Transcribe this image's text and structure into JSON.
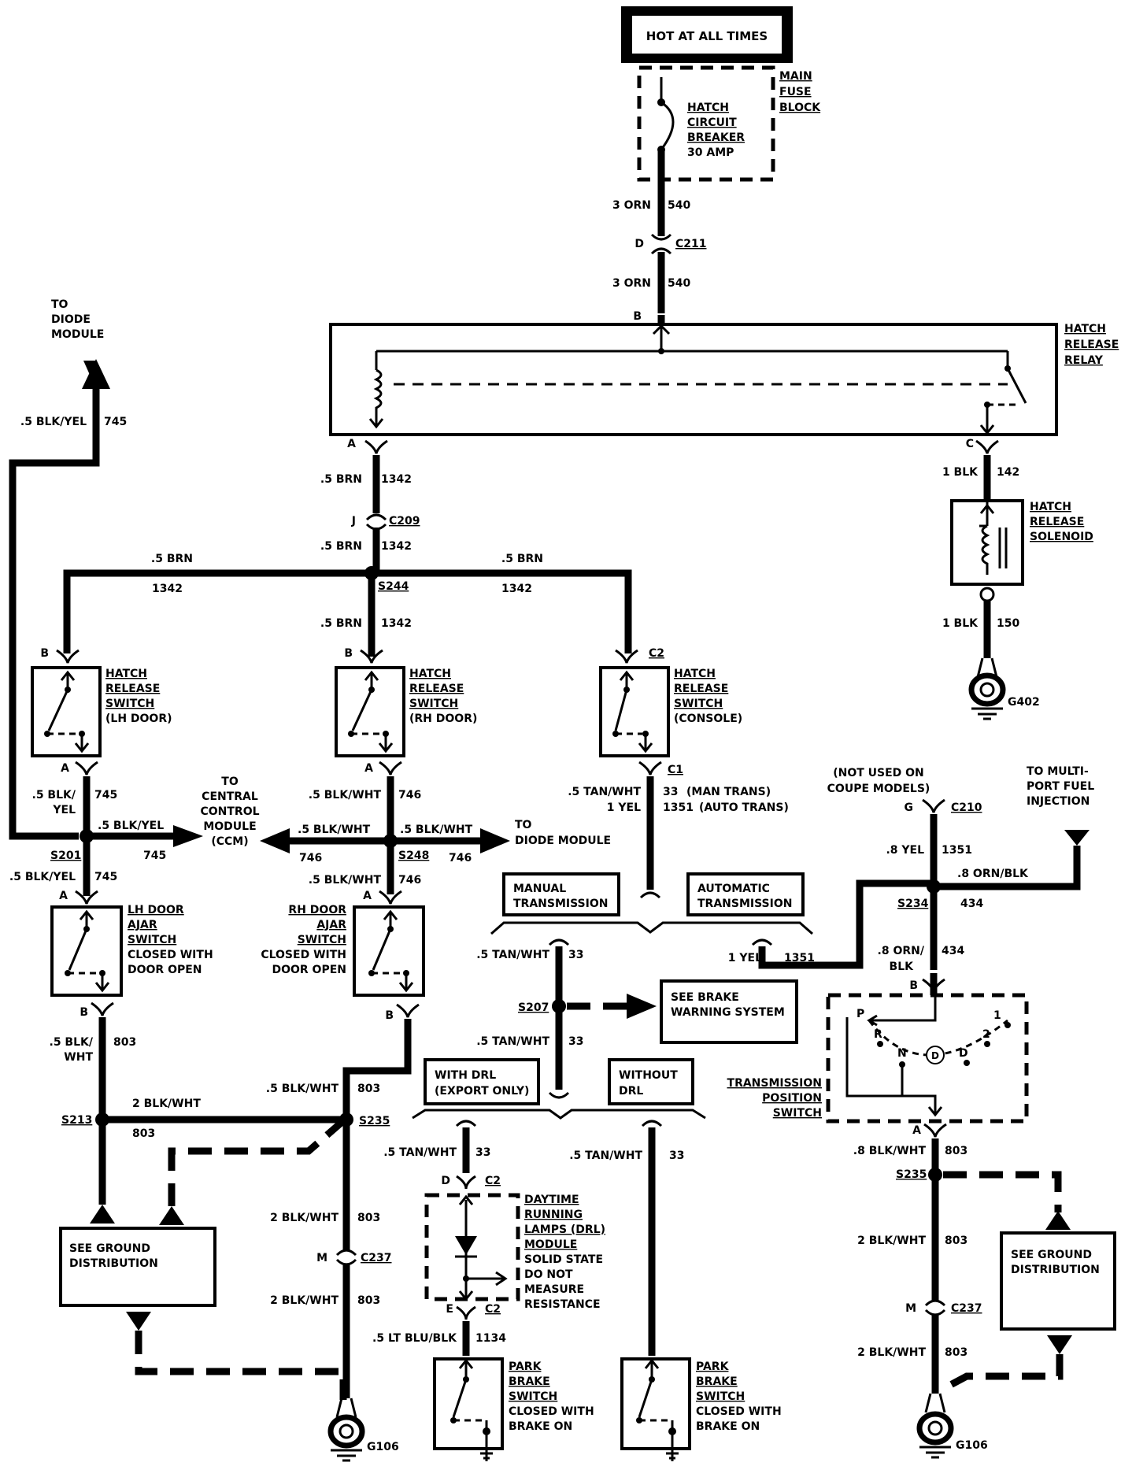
{
  "power": {
    "title": "HOT AT ALL TIMES"
  },
  "fuse_block": {
    "name": [
      "MAIN",
      "FUSE",
      "BLOCK"
    ],
    "breaker": [
      "HATCH",
      "CIRCUIT",
      "BREAKER"
    ],
    "rating": "30 AMP"
  },
  "components": {
    "relay": [
      "HATCH",
      "RELEASE",
      "RELAY"
    ],
    "solenoid": [
      "HATCH",
      "RELEASE",
      "SOLENOID"
    ],
    "lh_switch": [
      "HATCH",
      "RELEASE",
      "SWITCH"
    ],
    "lh_switch_loc": "(LH DOOR)",
    "rh_switch": [
      "HATCH",
      "RELEASE",
      "SWITCH"
    ],
    "rh_switch_loc": "(RH DOOR)",
    "console_switch": [
      "HATCH",
      "RELEASE",
      "SWITCH"
    ],
    "console_switch_loc": "(CONSOLE)",
    "lh_ajar": [
      "LH DOOR",
      "AJAR",
      "SWITCH"
    ],
    "lh_ajar_note": [
      "CLOSED WITH",
      "DOOR OPEN"
    ],
    "rh_ajar": [
      "RH DOOR",
      "AJAR",
      "SWITCH"
    ],
    "rh_ajar_note": [
      "CLOSED WITH",
      "DOOR OPEN"
    ],
    "tps": [
      "TRANSMISSION",
      "POSITION",
      "SWITCH"
    ],
    "tps_letters": [
      "P",
      "R",
      "N",
      "D",
      "D",
      "2",
      "1"
    ],
    "drl_module": [
      "DAYTIME",
      "RUNNING",
      "LAMPS (DRL)",
      "MODULE"
    ],
    "drl_note": [
      "SOLID STATE",
      "DO NOT",
      "MEASURE",
      "RESISTANCE"
    ],
    "park_brake": [
      "PARK",
      "BRAKE",
      "SWITCH"
    ],
    "park_brake_note": [
      "CLOSED WITH",
      "BRAKE ON"
    ]
  },
  "destinations": {
    "diode_top": [
      "TO",
      "DIODE",
      "MODULE"
    ],
    "ccm": [
      "TO",
      "CENTRAL",
      "CONTROL",
      "MODULE",
      "(CCM)"
    ],
    "diode_mid": [
      "TO",
      "DIODE MODULE"
    ],
    "pfi": [
      "TO MULTI-",
      "PORT FUEL",
      "INJECTION"
    ],
    "not_used": [
      "(NOT USED ON",
      "COUPE MODELS)"
    ],
    "brake_warning": [
      "SEE BRAKE",
      "WARNING SYSTEM"
    ],
    "ground_dist_left": [
      "SEE GROUND",
      "DISTRIBUTION"
    ],
    "ground_dist_right": [
      "SEE GROUND",
      "DISTRIBUTION"
    ]
  },
  "options": {
    "manual": [
      "MANUAL",
      "TRANSMISSION"
    ],
    "automatic": [
      "AUTOMATIC",
      "TRANSMISSION"
    ],
    "with_drl": [
      "WITH DRL",
      "(EXPORT ONLY)"
    ],
    "without_drl": [
      "WITHOUT",
      "DRL"
    ]
  },
  "connectors": {
    "c211": "C211",
    "c209": "C209",
    "c210": "C210",
    "c237a": "C237",
    "c237b": "C237",
    "c2a": "C2",
    "c1": "C1",
    "c2_drl_d": "C2",
    "c2_drl_e": "C2"
  },
  "pins": {
    "c211_d": "D",
    "relay_b": "B",
    "relay_a": "A",
    "relay_c": "C",
    "c209_j": "J",
    "lh_b": "B",
    "lh_a": "A",
    "rh_b": "B",
    "rh_a": "A",
    "lh_ajar_a": "A",
    "lh_ajar_b": "B",
    "rh_ajar_a": "A",
    "rh_ajar_b": "B",
    "c210_g": "G",
    "tps_b": "B",
    "tps_a": "A",
    "c237_m1": "M",
    "c237_m2": "M",
    "drl_d": "D",
    "drl_e": "E"
  },
  "splices": {
    "s244": "S244",
    "s201": "S201",
    "s248": "S248",
    "s207": "S207",
    "s213": "S213",
    "s235a": "S235",
    "s234": "S234",
    "s235b": "S235"
  },
  "grounds": {
    "g402": "G402",
    "g106a": "G106",
    "g106b": "G106"
  },
  "wires": {
    "w540a": {
      "color": "3 ORN",
      "circuit": "540"
    },
    "w540b": {
      "color": "3 ORN",
      "circuit": "540"
    },
    "w1342_relay": {
      "color": ".5 BRN",
      "circuit": "1342"
    },
    "w1342_c209": {
      "color": ".5 BRN",
      "circuit": "1342"
    },
    "w1342_left": {
      "color": ".5 BRN",
      "circuit": "1342"
    },
    "w1342_right": {
      "color": ".5 BRN",
      "circuit": "1342"
    },
    "w1342_mid": {
      "color": ".5 BRN",
      "circuit": "1342"
    },
    "w142": {
      "color": "1 BLK",
      "circuit": "142"
    },
    "w150": {
      "color": "1 BLK",
      "circuit": "150"
    },
    "w745_top": {
      "color": ".5 BLK/YEL",
      "circuit": "745"
    },
    "w745_lh": {
      "color": ".5 BLK/",
      "color2": "YEL",
      "circuit": "745"
    },
    "w745_ccm": {
      "color": ".5 BLK/YEL",
      "circuit": "745"
    },
    "w745_ajar": {
      "color": ".5 BLK/YEL",
      "circuit": "745"
    },
    "w746_rh": {
      "color": ".5 BLK/WHT",
      "circuit": "746"
    },
    "w746_ccm": {
      "color": ".5 BLK/WHT",
      "circuit": "746"
    },
    "w746_diode": {
      "color": ".5 BLK/WHT",
      "circuit": "746"
    },
    "w746_ajar": {
      "color": ".5 BLK/WHT",
      "circuit": "746"
    },
    "w33_console": {
      "color": ".5 TAN/WHT",
      "circuit": "33",
      "note": "(MAN TRANS)"
    },
    "w1351_console": {
      "color": "1 YEL",
      "circuit": "1351",
      "note": "(AUTO TRANS)"
    },
    "w33_manual": {
      "color": ".5 TAN/WHT",
      "circuit": "33"
    },
    "w1351_auto": {
      "color": "1 YEL",
      "circuit": "1351"
    },
    "w33_s207": {
      "color": ".5 TAN/WHT",
      "circuit": "33"
    },
    "w33_drl": {
      "color": ".5 TAN/WHT",
      "circuit": "33"
    },
    "w33_nodrl": {
      "color": ".5 TAN/WHT",
      "circuit": "33"
    },
    "w1134": {
      "color": ".5 LT BLU/BLK",
      "circuit": "1134"
    },
    "w803_lh": {
      "color": ".5 BLK/",
      "color2": "WHT",
      "circuit": "803"
    },
    "w803_rh": {
      "color": ".5 BLK/WHT",
      "circuit": "803"
    },
    "w803_s213": {
      "color": "2 BLK/WHT",
      "circuit": "803"
    },
    "w803_c237a_top": {
      "color": "2 BLK/WHT",
      "circuit": "803"
    },
    "w803_c237a_bot": {
      "color": "2 BLK/WHT",
      "circuit": "803"
    },
    "w1351_c210": {
      "color": ".8 YEL",
      "circuit": "1351"
    },
    "w434_pfi": {
      "color": ".8 ORN/BLK",
      "circuit": "434"
    },
    "w434_tps": {
      "color": ".8 ORN/",
      "color2": "BLK",
      "circuit": "434"
    },
    "w803_tps": {
      "color": ".8 BLK/WHT",
      "circuit": "803"
    },
    "w803_c237b_top": {
      "color": "2 BLK/WHT",
      "circuit": "803"
    },
    "w803_c237b_bot": {
      "color": "2 BLK/WHT",
      "circuit": "803"
    }
  }
}
